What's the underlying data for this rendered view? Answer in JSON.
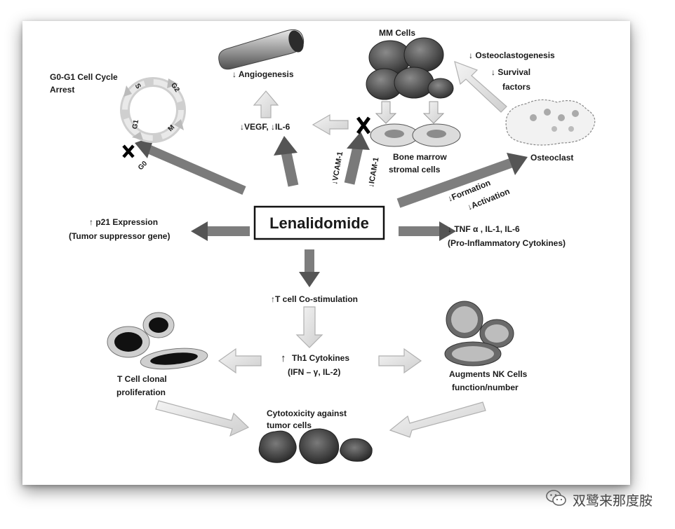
{
  "center": "Lenalidomide",
  "cell_cycle": {
    "title_line1": "G0-G1 Cell  Cycle",
    "title_line2": "Arrest",
    "phases": {
      "s": "S",
      "g2": "G2",
      "m": "M",
      "g1": "G1",
      "g0": "G0"
    }
  },
  "angiogenesis": "↓ Angiogenesis",
  "vegf": "↓VEGF, ↓IL-6",
  "mm_cells": "MM Cells",
  "osteoclastogenesis": "↓ Osteoclastogenesis",
  "survival_line1": "↓ Survival",
  "survival_line2": "factors",
  "bone_marrow_line1": "Bone marrow",
  "bone_marrow_line2": "stromal cells",
  "vcam": "↓VCAM-1",
  "icam": "↓ICAM-1",
  "osteoclast": "Osteoclast",
  "formation": "↓Formation",
  "activation": "↓Activation",
  "p21_line1": "↑ p21 Expression",
  "p21_line2": "(Tumor suppressor gene)",
  "tnf_line1": "↓ TNF α , IL-1, IL-6",
  "tnf_line2": "(Pro-Inflammatory Cytokines)",
  "t_cell_costim": "↑T cell Co-stimulation",
  "th1_line1": "Th1 Cytokines",
  "th1_line2": "(IFN – γ, IL-2)",
  "th1_arrow": "↑",
  "t_cell_clonal_line1": "T Cell clonal",
  "t_cell_clonal_line2": "proliferation",
  "nk_line1": "Augments NK Cells",
  "nk_line2": "function/number",
  "cytotoxicity_line1": "Cytotoxicity against",
  "cytotoxicity_line2": "tumor cells",
  "watermark": "双鹭来那度胺",
  "icons": {
    "block_mark": "x-icon",
    "watermark_logo": "wechat-icon"
  }
}
